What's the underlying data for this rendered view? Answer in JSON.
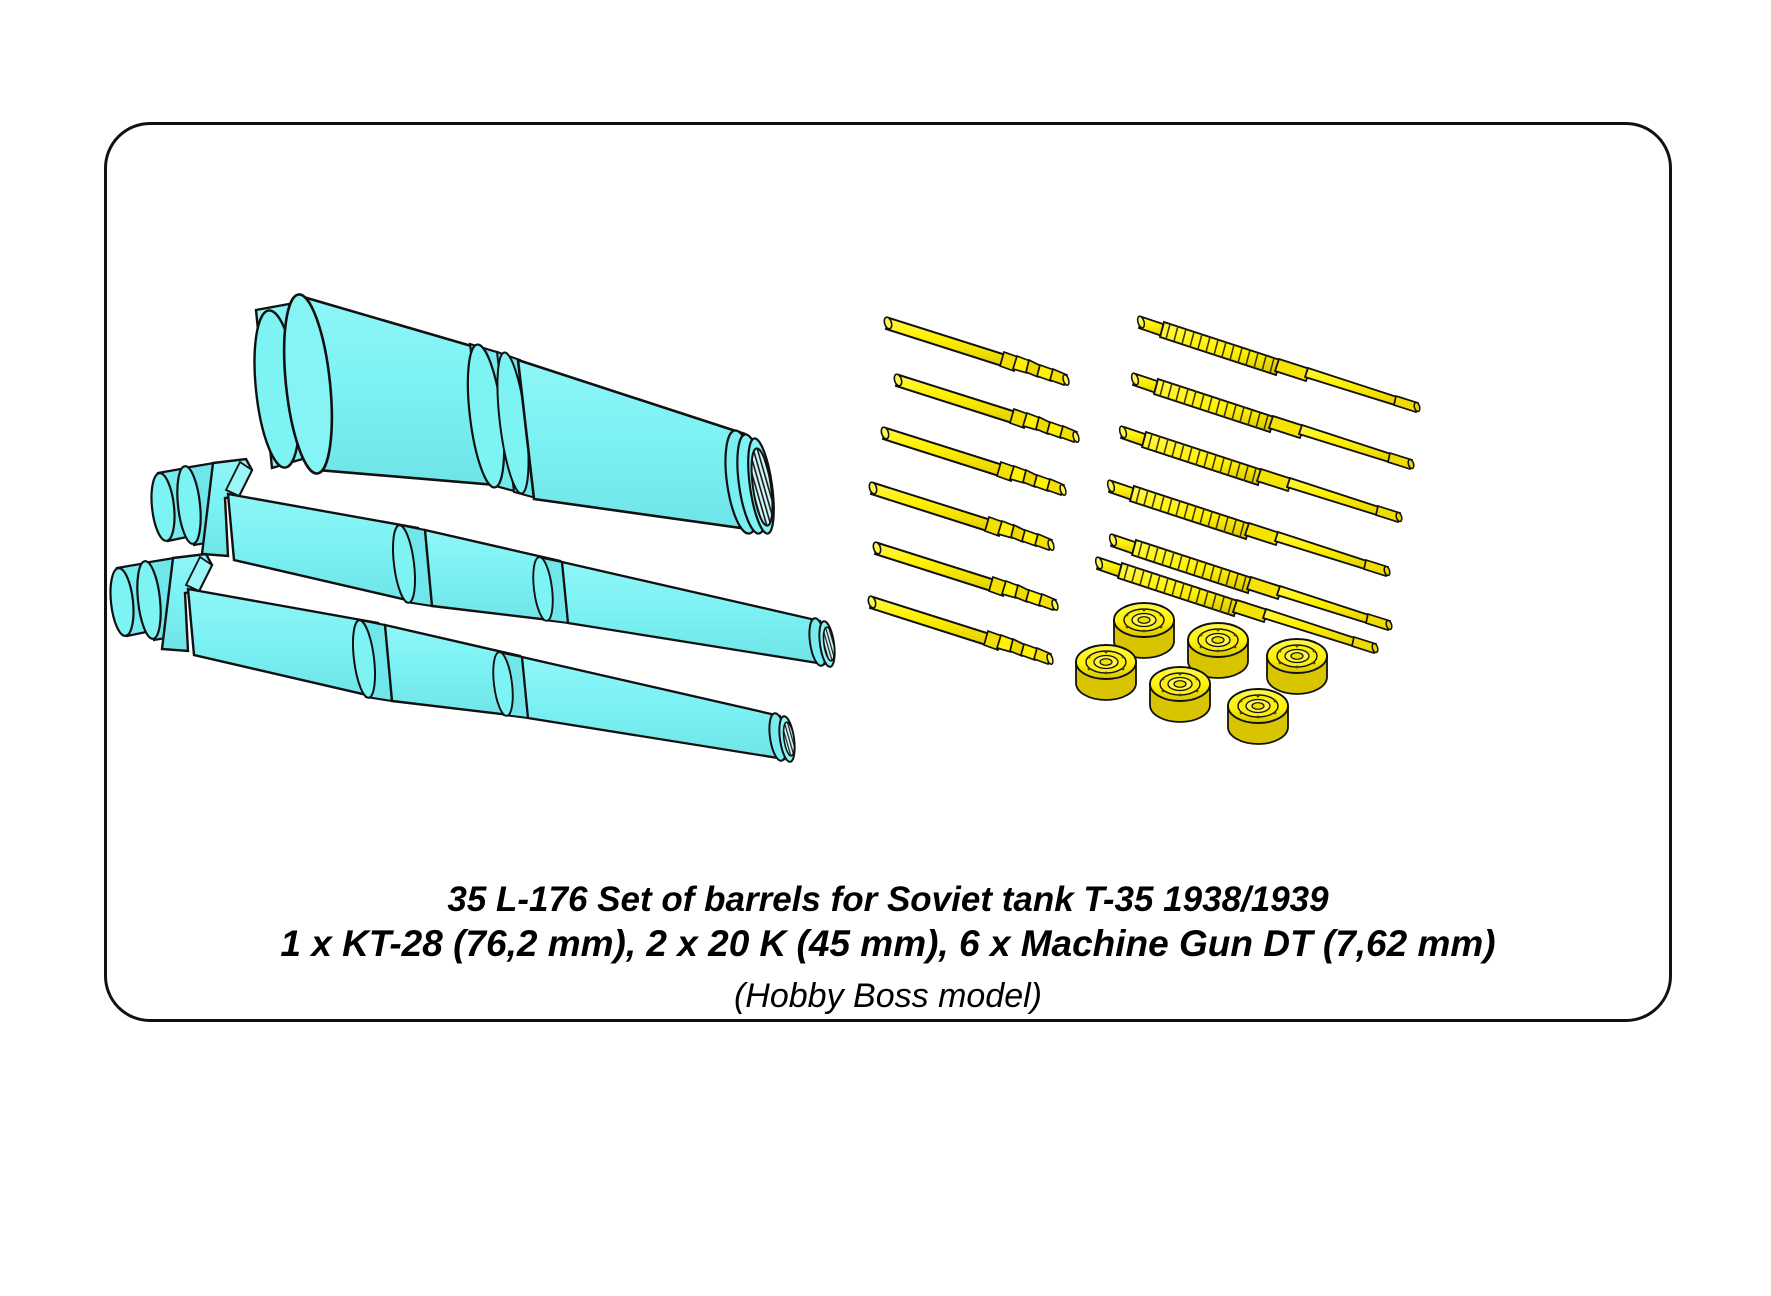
{
  "sheet": {
    "background_color": "#ffffff",
    "frame": {
      "border_color": "#111111",
      "corner_style": "rounded"
    }
  },
  "caption": {
    "line1": "35 L-176   Set of barrels for Soviet tank T-35 1938/1939",
    "line2": "1 x KT-28 (76,2 mm), 2 x 20 K (45 mm), 6 x Machine Gun DT (7,62 mm)",
    "line3": "(Hobby Boss model)"
  },
  "product": {
    "catalog_number": "35 L-176",
    "title": "Set of barrels for Soviet tank T-35 1938/1939",
    "manufacturer_note": "(Hobby Boss model)"
  },
  "colors": {
    "barrel_cyan_fill": "#7DF3F3",
    "barrel_cyan_shade": "#6FE6E8",
    "barrel_cyan_light": "#A4F7F7",
    "metal_yellow_fill": "#FFF200",
    "metal_yellow_shade": "#E6D200",
    "metal_yellow_dark": "#C9B400",
    "outline": "#111111",
    "text": "#000000"
  },
  "parts": {
    "resin_barrels": [
      {
        "name": "KT-28 76,2 mm main gun barrel",
        "qty": 1,
        "caliber": "76,2 mm",
        "color": "#7DF3F3"
      },
      {
        "name": "20 K 45 mm gun barrel",
        "qty": 2,
        "caliber": "45 mm",
        "color": "#7DF3F3"
      }
    ],
    "turned_metal": [
      {
        "name": "Machine Gun DT 7,62 mm barrel",
        "qty": 6,
        "caliber": "7,62 mm",
        "color": "#FFF200"
      },
      {
        "name": "45 mm ribbed barrel sleeve",
        "qty": 6,
        "color": "#FFF200"
      },
      {
        "name": "muzzle ring / wheel",
        "qty": 6,
        "color": "#FFF200"
      }
    ]
  },
  "layout": {
    "mg_barrel_rows": 6,
    "ribbed_barrel_rows": 6,
    "wheel_count": 6
  }
}
